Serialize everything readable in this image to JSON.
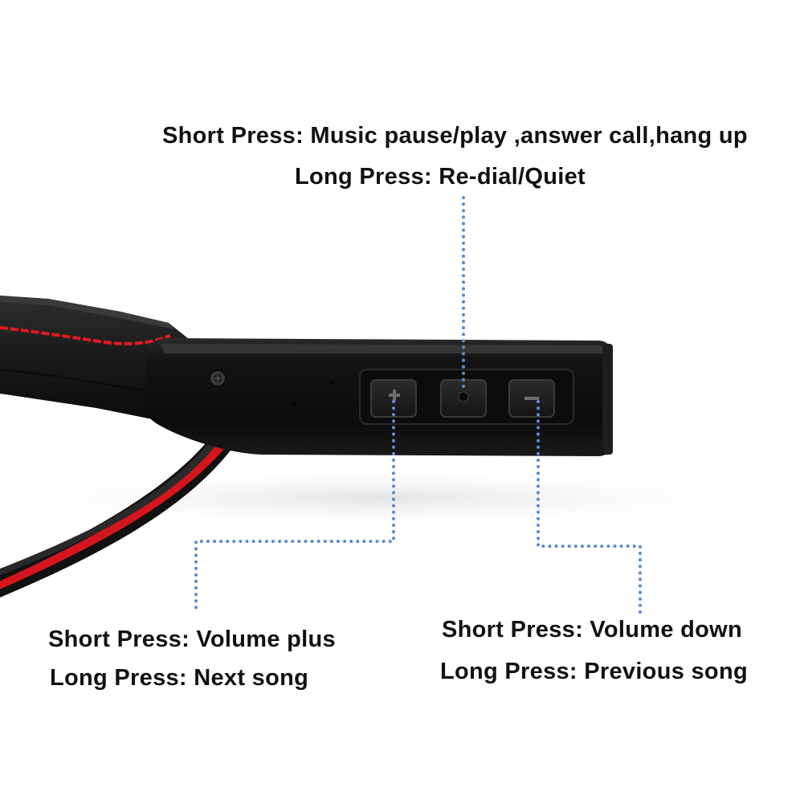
{
  "callouts": {
    "center_button": {
      "short_press": "Short Press: Music pause/play ,answer call,hang up",
      "long_press": "Long Press: Re-dial/Quiet"
    },
    "plus_button": {
      "short_press": "Short Press: Volume plus",
      "long_press": "Long Press: Next song"
    },
    "minus_button": {
      "short_press": "Short Press: Volume down",
      "long_press": "Long Press: Previous song"
    }
  },
  "icons": {
    "plus_button": "plus-icon",
    "center_button": "dot-icon",
    "minus_button": "minus-icon",
    "screw": "screw-icon"
  },
  "colors": {
    "device_body": "#111111",
    "cable_red": "#d4161c",
    "leader_dots": "#5b8ccf",
    "text": "#111111"
  }
}
